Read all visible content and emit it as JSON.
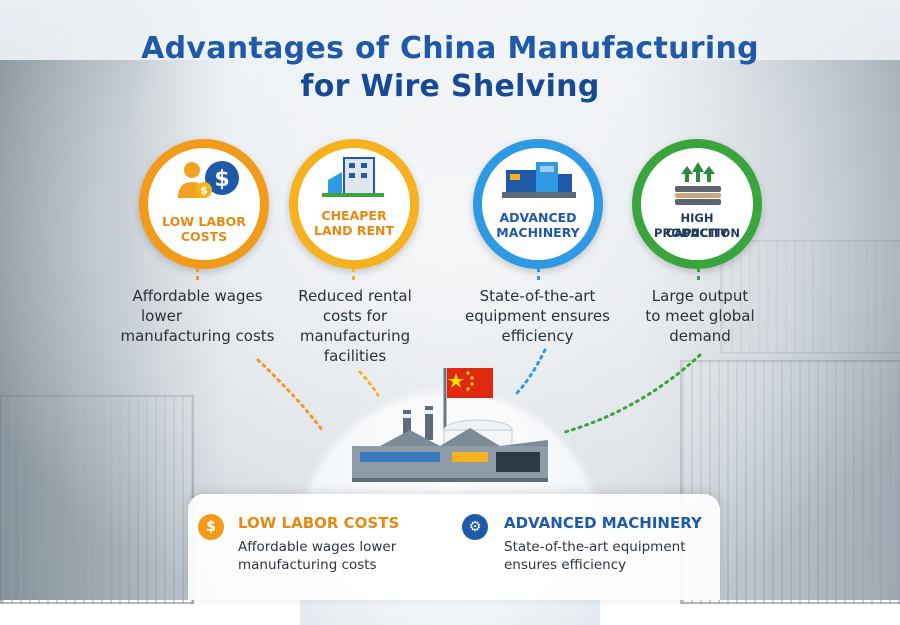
{
  "title": {
    "line1": "Advantages of China Manufacturing",
    "line2": "for Wire Shelving"
  },
  "advantages": [
    {
      "label_line1": "LOW LABOR",
      "label_line2": "COSTS",
      "icon": "workers-dollar-icon",
      "color": "#f29a1a",
      "description": [
        "Affordable wages",
        "lower",
        "manufacturing costs"
      ]
    },
    {
      "label_line1": "CHEAPER",
      "label_line2": "LAND RENT",
      "icon": "building-icon",
      "color": "#f5b21e",
      "description": [
        "Reduced rental",
        "costs for",
        "manufacturing",
        "facilities"
      ]
    },
    {
      "label_line1": "ADVANCED",
      "label_line2": "MACHINERY",
      "icon": "machinery-icon",
      "color": "#2f9ae3",
      "description": [
        "State-of-the-art",
        "equipment ensures",
        "efficiency"
      ]
    },
    {
      "label_line1": "HIGH PRODUCTION",
      "label_line2": "CAPACITY",
      "icon": "stack-arrows-icon",
      "color": "#3aa53c",
      "description": [
        "Large output",
        "to meet global",
        "demand"
      ]
    }
  ],
  "summary": [
    {
      "title": "LOW LABOR COSTS",
      "text_line1": "Affordable wages lower",
      "text_line2": "manufacturing costs",
      "icon": "gear-dollar-icon",
      "color": "#e48a12"
    },
    {
      "title": "ADVANCED MACHINERY",
      "text_line1": "State-of-the-art equipment",
      "text_line2": "ensures efficiency",
      "icon": "machine-gear-icon",
      "color": "#1f5aa8"
    }
  ],
  "center": {
    "icon": "factory-icon",
    "flag": "china-flag-icon"
  }
}
